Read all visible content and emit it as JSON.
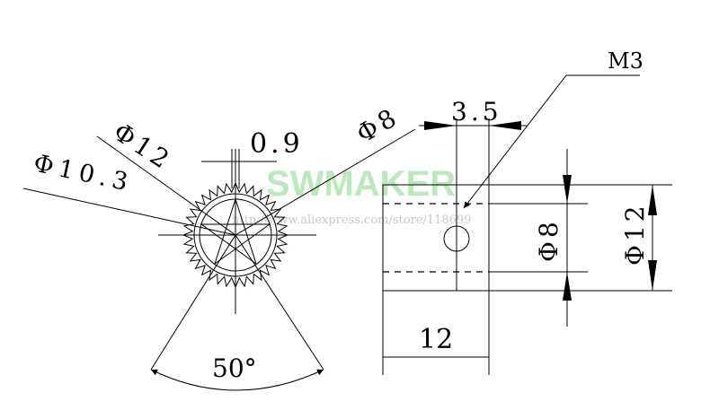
{
  "watermark": {
    "brand": "SWMAKER",
    "url": "http://www.aliexpress.com/store/118699"
  },
  "left_view": {
    "labels": {
      "phi_10_3": "Φ10.3",
      "phi_12": "Φ12",
      "tooth": "0.9",
      "phi_8": "Φ8",
      "angle": "50°"
    },
    "tooth_count": 36
  },
  "right_view": {
    "labels": {
      "screw": "M3",
      "offset": "3.5",
      "inner_dia": "Φ8",
      "outer_dia": "Φ12",
      "length": "12"
    }
  }
}
